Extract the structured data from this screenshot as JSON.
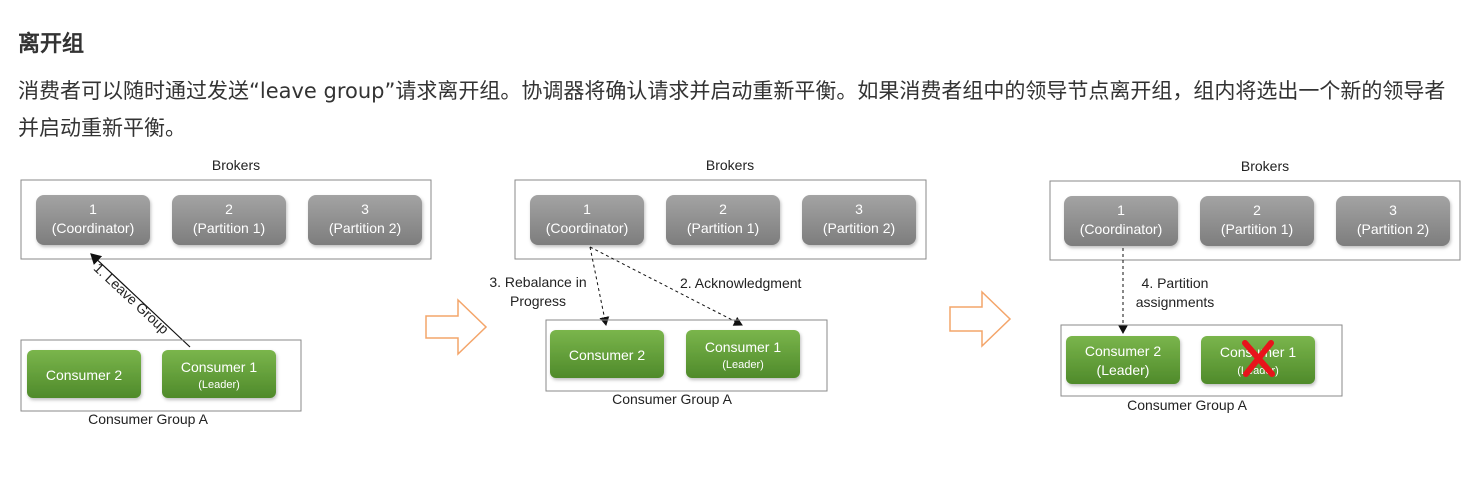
{
  "article": {
    "heading": "离开组",
    "paragraph": "消费者可以随时通过发送“leave group”请求离开组。协调器将确认请求并启动重新平衡。如果消费者组中的领导节点离开组，组内将选出一个新的领导者并启动重新平衡。"
  },
  "diagram": {
    "colors": {
      "broker": "#8d8d8d",
      "consumer": "#5e9a35",
      "arrow": "#f4a56a",
      "remove_mark": "#e8141b"
    },
    "panel1": {
      "brokers_title": "Brokers",
      "brokers": [
        {
          "line1": "1",
          "line2": "(Coordinator)"
        },
        {
          "line1": "2",
          "line2": "(Partition 1)"
        },
        {
          "line1": "3",
          "line2": "(Partition 2)"
        }
      ],
      "edge_label": "1. Leave Group",
      "consumers": [
        {
          "line1": "Consumer 2",
          "line2": ""
        },
        {
          "line1": "Consumer 1",
          "line2": "(Leader)"
        }
      ],
      "group_label": "Consumer Group A"
    },
    "panel2": {
      "brokers_title": "Brokers",
      "brokers": [
        {
          "line1": "1",
          "line2": "(Coordinator)"
        },
        {
          "line1": "2",
          "line2": "(Partition 1)"
        },
        {
          "line1": "3",
          "line2": "(Partition 2)"
        }
      ],
      "edge_label_a_line1": "3. Rebalance in",
      "edge_label_a_line2": "Progress",
      "edge_label_b": "2. Acknowledgment",
      "consumers": [
        {
          "line1": "Consumer 2",
          "line2": ""
        },
        {
          "line1": "Consumer 1",
          "line2": "(Leader)"
        }
      ],
      "group_label": "Consumer Group A"
    },
    "panel3": {
      "brokers_title": "Brokers",
      "brokers": [
        {
          "line1": "1",
          "line2": "(Coordinator)"
        },
        {
          "line1": "2",
          "line2": "(Partition 1)"
        },
        {
          "line1": "3",
          "line2": "(Partition 2)"
        }
      ],
      "edge_label_line1": "4. Partition",
      "edge_label_line2": "assignments",
      "consumers": [
        {
          "line1": "Consumer 2",
          "line2": "(Leader)"
        },
        {
          "line1": "Consumer 1",
          "line2": "(Leader)"
        }
      ],
      "group_label": "Consumer Group A"
    }
  }
}
